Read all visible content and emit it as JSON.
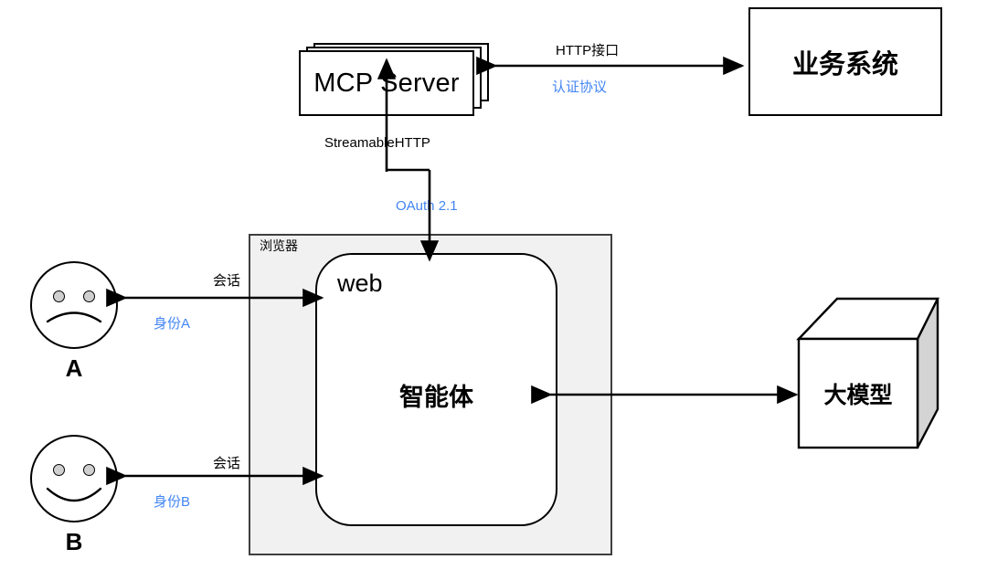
{
  "diagram": {
    "title": "MCP / Agent identity architecture",
    "accent_blue": "#4285f4",
    "line_color": "#000000",
    "container_fill": "#f1f1f1"
  },
  "nodes": {
    "mcp_server": {
      "label": "MCP Server",
      "shape": "stacked-rectangle"
    },
    "business_system": {
      "label": "业务系统",
      "shape": "rectangle"
    },
    "browser": {
      "label": "浏览器",
      "shape": "container"
    },
    "web": {
      "label": "web",
      "shape": "rounded-rectangle"
    },
    "agent": {
      "label": "智能体",
      "shape": "rounded-rectangle"
    },
    "llm": {
      "label": "大模型",
      "shape": "cube"
    },
    "user_a": {
      "label": "A",
      "face": "sad-face"
    },
    "user_b": {
      "label": "B",
      "face": "happy-face"
    }
  },
  "edges": {
    "mcp_to_business": {
      "label_top": "HTTP接口",
      "label_bottom": "认证协议",
      "bottom_color": "#4285f4",
      "arrow": "double"
    },
    "web_to_mcp": {
      "label_top": "StreamableHTTP",
      "label_bottom": "OAuth 2.1",
      "bottom_color": "#4285f4",
      "arrow": "double"
    },
    "user_a_to_web": {
      "label_top": "会话",
      "label_bottom": "身份A",
      "bottom_color": "#4285f4",
      "arrow": "double"
    },
    "user_b_to_web": {
      "label_top": "会话",
      "label_bottom": "身份B",
      "bottom_color": "#4285f4",
      "arrow": "double"
    },
    "agent_to_llm": {
      "label_top": "",
      "label_bottom": "",
      "arrow": "double"
    }
  }
}
